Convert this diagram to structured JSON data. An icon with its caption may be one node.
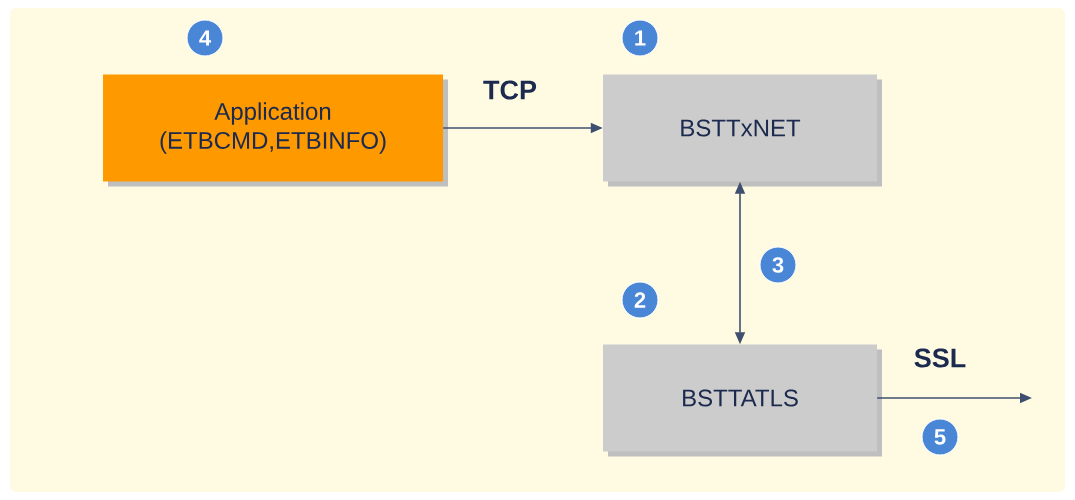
{
  "diagram": {
    "nodes": [
      {
        "text": [
          "Application (ETBCMD,ETBINFO)"
        ]
      },
      {
        "text": [
          "BSTTxNET"
        ]
      },
      {
        "text": [
          "BSTTATLS"
        ]
      }
    ],
    "edges": [
      {
        "from": 0,
        "to": 1,
        "arrow": "to",
        "label": "TCP"
      },
      {
        "from": 1,
        "to": 2,
        "arrow": "both"
      },
      {
        "from": 2,
        "to": null,
        "arrow": "to",
        "label": "SSL"
      }
    ],
    "labels": [
      "4",
      "1",
      "3",
      "2",
      "5"
    ]
  }
}
